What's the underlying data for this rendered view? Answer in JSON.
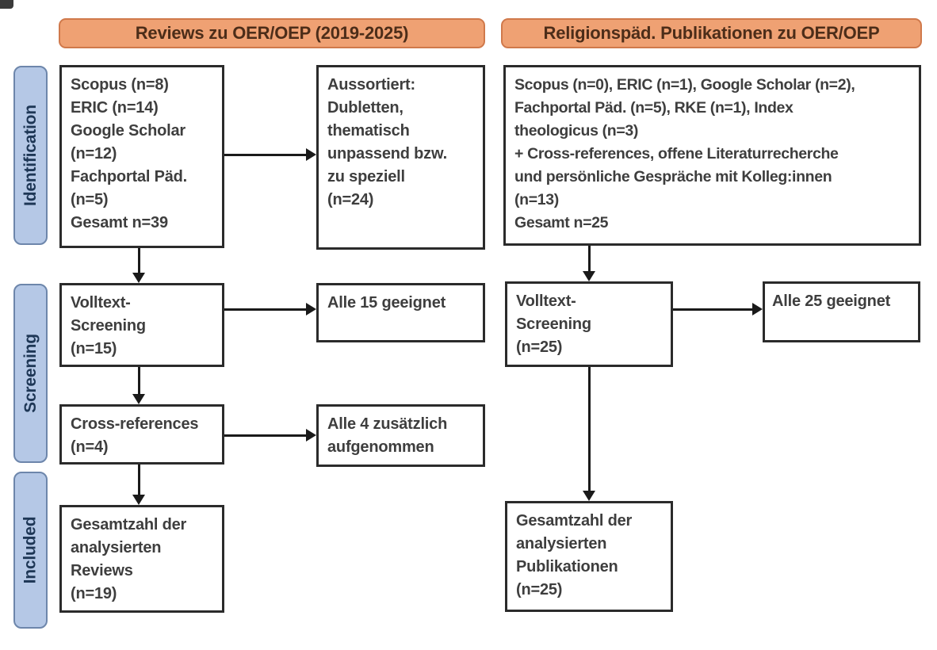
{
  "diagram": {
    "title_headers": {
      "left": "Reviews zu OER/OEP (2019-2025)",
      "right": "Religionspäd. Publikationen zu OER/OEP"
    },
    "stages": {
      "identification": "Identification",
      "screening": "Screening",
      "included": "Included"
    },
    "left_flow": {
      "sources_box": "Scopus (n=8)\nERIC (n=14)\nGoogle Scholar\n(n=12)\nFachportal Päd.\n(n=5)\nGesamt n=39",
      "excluded_box": "Aussortiert:\nDubletten,\nthematisch\nunpassend bzw.\nzu speziell\n(n=24)",
      "fulltext_box": "Volltext-\nScreening\n(n=15)",
      "eligible_box": "Alle 15 geeignet",
      "crossref_box": "Cross-references\n(n=4)",
      "added_box": "Alle 4 zusätzlich\naufgenommen",
      "included_box": "Gesamtzahl der\nanalysierten\nReviews\n(n=19)"
    },
    "right_flow": {
      "sources_box": "Scopus (n=0), ERIC (n=1), Google Scholar (n=2),\nFachportal Päd. (n=5), RKE (n=1), Index\ntheologicus (n=3)\n+ Cross-references, offene Literaturrecherche\nund persönliche Gespräche mit Kolleg:innen\n(n=13)\nGesamt n=25",
      "fulltext_box": "Volltext-\nScreening\n(n=25)",
      "eligible_box": "Alle 25 geeignet",
      "included_box": "Gesamtzahl der\nanalysierten\nPublikationen\n(n=25)"
    },
    "colors": {
      "header_fill": "#efa173",
      "header_border": "#d0794b",
      "header_text": "#4c2d19",
      "stage_fill": "#b5c8e6",
      "stage_border": "#6d86ab",
      "stage_text": "#1e3756",
      "box_border": "#2b2b2b",
      "box_text": "#3e3e3e",
      "arrow": "#1a1a1a"
    }
  }
}
